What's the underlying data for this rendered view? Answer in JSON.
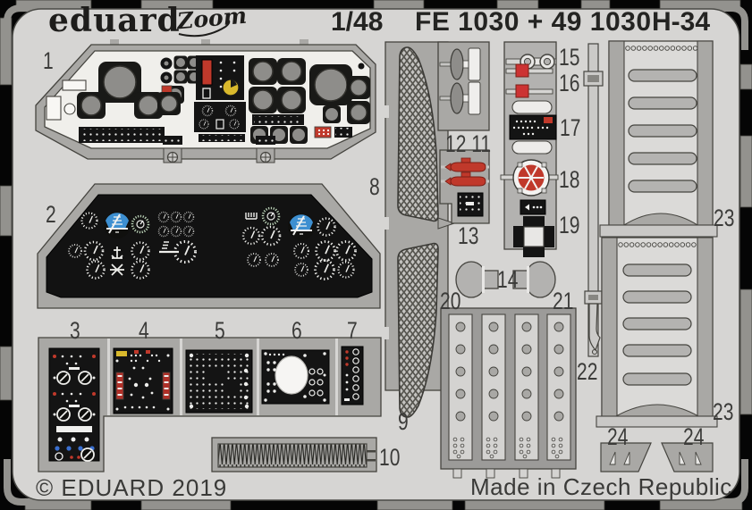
{
  "header": {
    "brand": "eduard",
    "logo_script": "Zoom",
    "scale": "1/48",
    "codes": "FE 1030 + 49 1030",
    "subject": "H-34"
  },
  "footer": {
    "copyright": "© EDUARD 2019",
    "made_in": "Made in Czech Republic"
  },
  "part_labels": {
    "p1": "1",
    "p2": "2",
    "p3": "3",
    "p4": "4",
    "p5": "5",
    "p6": "6",
    "p7": "7",
    "p8": "8",
    "p9": "9",
    "p10": "10",
    "p11_12": "12 11",
    "p13": "13",
    "p14": "14",
    "p15": "15",
    "p16": "16",
    "p17": "17",
    "p18": "18",
    "p19": "19",
    "p20": "20",
    "p21": "21",
    "p22": "22",
    "p23_top": "23",
    "p23_bottom": "23",
    "p24_left": "24",
    "p24_right": "24"
  },
  "colors": {
    "background": "#050505",
    "fret": "#d6d5d3",
    "backing_plate": "#a9a8a5",
    "panel_cream": "#f0efeb",
    "panel_black": "#141414",
    "accent_red": "#c0392b",
    "accent_blue": "#3d8fd1",
    "accent_yellow": "#d9b92c",
    "label_text": "#3b3b39"
  }
}
